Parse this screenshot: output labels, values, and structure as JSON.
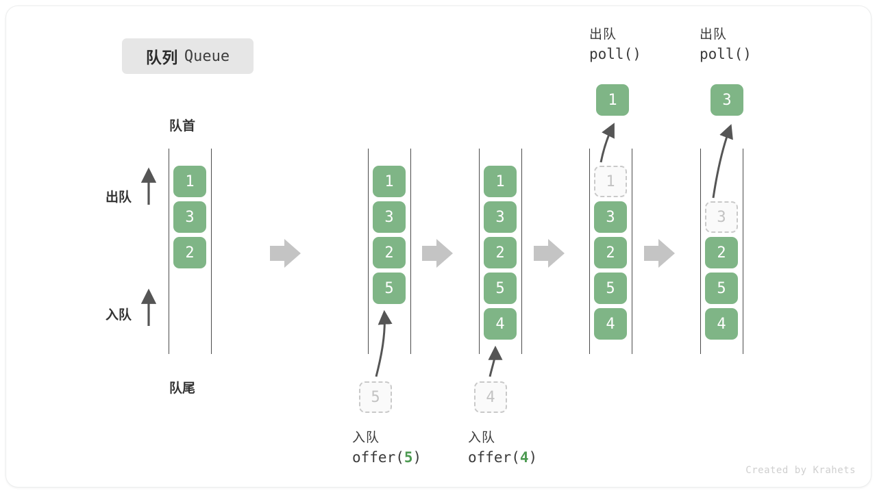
{
  "title": {
    "cn": "队列",
    "en": "Queue"
  },
  "anchors": {
    "head": "队首",
    "tail": "队尾"
  },
  "side_ops": {
    "dequeue": "出队",
    "enqueue": "入队"
  },
  "credit": "Created by Krahets",
  "colors": {
    "cell_fill": "#7fb586",
    "cell_text": "#ffffff",
    "ghost_border": "#c9c9c9",
    "ghost_text": "#c2c2c2",
    "rail": "#4a4a4a",
    "arrow": "#555555",
    "step_arrow": "#c4c4c4",
    "badge_bg": "#e6e6e6",
    "code_accent": "#4c9a51"
  },
  "columns": [
    {
      "name": "initial-queue",
      "cells": [
        {
          "value": "1",
          "state": "full"
        },
        {
          "value": "3",
          "state": "full"
        },
        {
          "value": "2",
          "state": "full"
        }
      ]
    },
    {
      "name": "after-offer-5",
      "cells": [
        {
          "value": "1",
          "state": "full"
        },
        {
          "value": "3",
          "state": "full"
        },
        {
          "value": "2",
          "state": "full"
        },
        {
          "value": "5",
          "state": "full"
        }
      ],
      "incoming": {
        "value": "5"
      },
      "caption": {
        "cn": "入队",
        "fn": "offer(",
        "arg": "5",
        "fn_end": ")"
      }
    },
    {
      "name": "after-offer-4",
      "cells": [
        {
          "value": "1",
          "state": "full"
        },
        {
          "value": "3",
          "state": "full"
        },
        {
          "value": "2",
          "state": "full"
        },
        {
          "value": "5",
          "state": "full"
        },
        {
          "value": "4",
          "state": "full"
        }
      ],
      "incoming": {
        "value": "4"
      },
      "caption": {
        "cn": "入队",
        "fn": "offer(",
        "arg": "4",
        "fn_end": ")"
      }
    },
    {
      "name": "after-poll-1",
      "cells": [
        {
          "value": "1",
          "state": "ghost"
        },
        {
          "value": "3",
          "state": "full"
        },
        {
          "value": "2",
          "state": "full"
        },
        {
          "value": "5",
          "state": "full"
        },
        {
          "value": "4",
          "state": "full"
        }
      ],
      "outgoing": {
        "value": "1"
      },
      "caption": {
        "cn": "出队",
        "fn": "poll()"
      }
    },
    {
      "name": "after-poll-3",
      "cells": [
        {
          "value": "",
          "state": "empty"
        },
        {
          "value": "3",
          "state": "ghost"
        },
        {
          "value": "2",
          "state": "full"
        },
        {
          "value": "5",
          "state": "full"
        },
        {
          "value": "4",
          "state": "full"
        }
      ],
      "outgoing": {
        "value": "3"
      },
      "caption": {
        "cn": "出队",
        "fn": "poll()"
      }
    }
  ]
}
